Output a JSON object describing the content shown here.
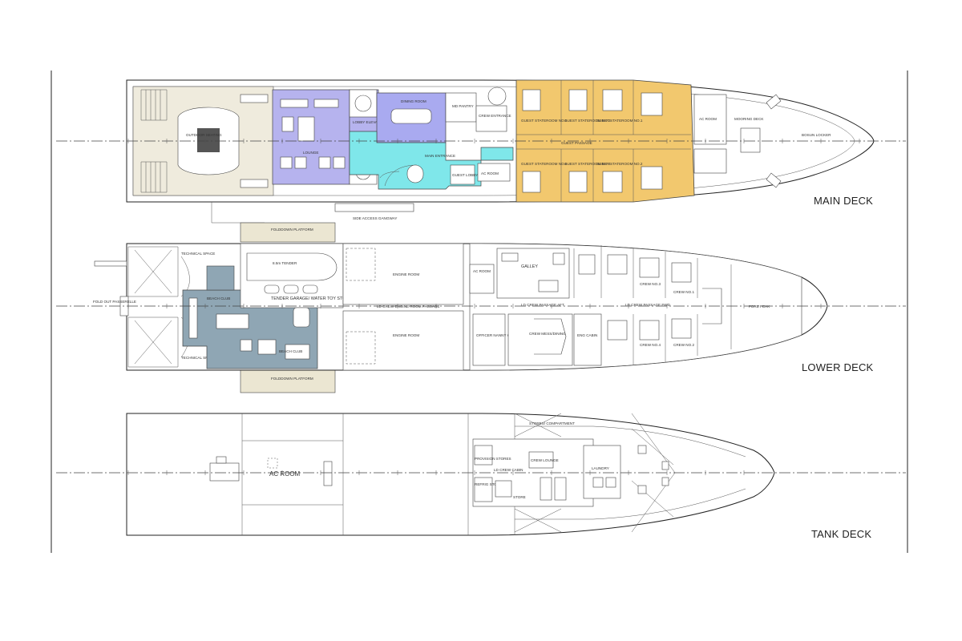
{
  "colors": {
    "lounge_blue": "#b6b3ee",
    "dining_blue": "#a9aaf0",
    "entrance_cyan": "#7fe7ea",
    "guest_gold": "#f2c86e",
    "beach_club_slate": "#8fa6b4",
    "deck_beige": "#efebdd",
    "garage_beige": "#ebe6d2"
  },
  "decks": [
    {
      "id": "main",
      "name": "MAIN DECK",
      "rooms": {
        "lounge": "LOUNGE",
        "lobby_elevator": "LOBBY ELEVATOR",
        "dining_room": "DINING ROOM",
        "main_entrance": "MAIN ENTRANCE",
        "crew_entrance": "CREW ENTRANCE",
        "md_pantry": "MD PANTRY",
        "ac_room": "AC ROOM",
        "guest_lobby": "GUEST LOBBY",
        "guest_passage": "GUEST PASSAGE",
        "stateroom_1": "GUEST STATEROOM NO.1",
        "stateroom_2": "GUEST STATEROOM NO.2",
        "stateroom_3": "GUEST STATEROOM NO.3",
        "stateroom_4": "GUEST STATEROOM NO.4",
        "stateroom_5": "GUEST STATEROOM NO.5",
        "stateroom_6": "GUEST STATEROOM NO.6",
        "ac_room_fwd": "AC ROOM",
        "mooring_deck": "MOORING DECK",
        "bosun_locker": "BOSUN LOCKER",
        "aft_outdoor": "OUTDOOR SEATING",
        "gangway_note": "SIDE ACCESS GANGWAY"
      }
    },
    {
      "id": "lower",
      "name": "LOWER DECK",
      "rooms": {
        "tender": "8.5m TENDER",
        "fold_platform_top": "FOLDDOWN PLATFORM",
        "fold_platform_bottom": "FOLDDOWN PLATFORM",
        "tender_garage": "TENDER GARAGE/ WATER TOY STORE",
        "beach_club_top": "BEACH CLUB",
        "beach_club_bottom": "BEACH CLUB",
        "technical_space_top": "TECHNICAL SPACE",
        "technical_space_bottom": "TECHNICAL SPACE",
        "engine_room_top": "ENGINE ROOM",
        "engine_room_bottom": "ENGINE ROOM",
        "engine_passage": "LD CREW ENGINE ROOM PASSAGE",
        "ac_room": "AC ROOM",
        "galley": "GALLEY",
        "crew_passage_aft": "LD CREW PASSAGE AFT",
        "crew_passage_fwd": "LD CREW PASSAGE FWD",
        "officer_cabin": "OFFICER NANNY CABIN",
        "crew_mess": "CREW MESS/DINING",
        "eng_cabin": "ENG CABIN",
        "crew_no1": "CREW NO.1",
        "crew_no2": "CREW NO.2",
        "crew_no3": "CREW NO.3",
        "crew_no4": "CREW NO.4",
        "fore_peak": "FORE PEAK",
        "stern_note": "FOLD OUT PASSERELLE"
      }
    },
    {
      "id": "tank",
      "name": "TANK DECK",
      "rooms": {
        "ac_room": "AC ROOM",
        "provision_stores": "PROVISION STORES",
        "refrig_stores": "REFRIG STORES",
        "crew_lounge": "CREW LOUNGE",
        "crew_cabin": "LD CREW CABIN",
        "laundry": "LAUNDRY",
        "store": "STORE",
        "ammo": "STORES/ COMPARTMENT"
      }
    }
  ]
}
